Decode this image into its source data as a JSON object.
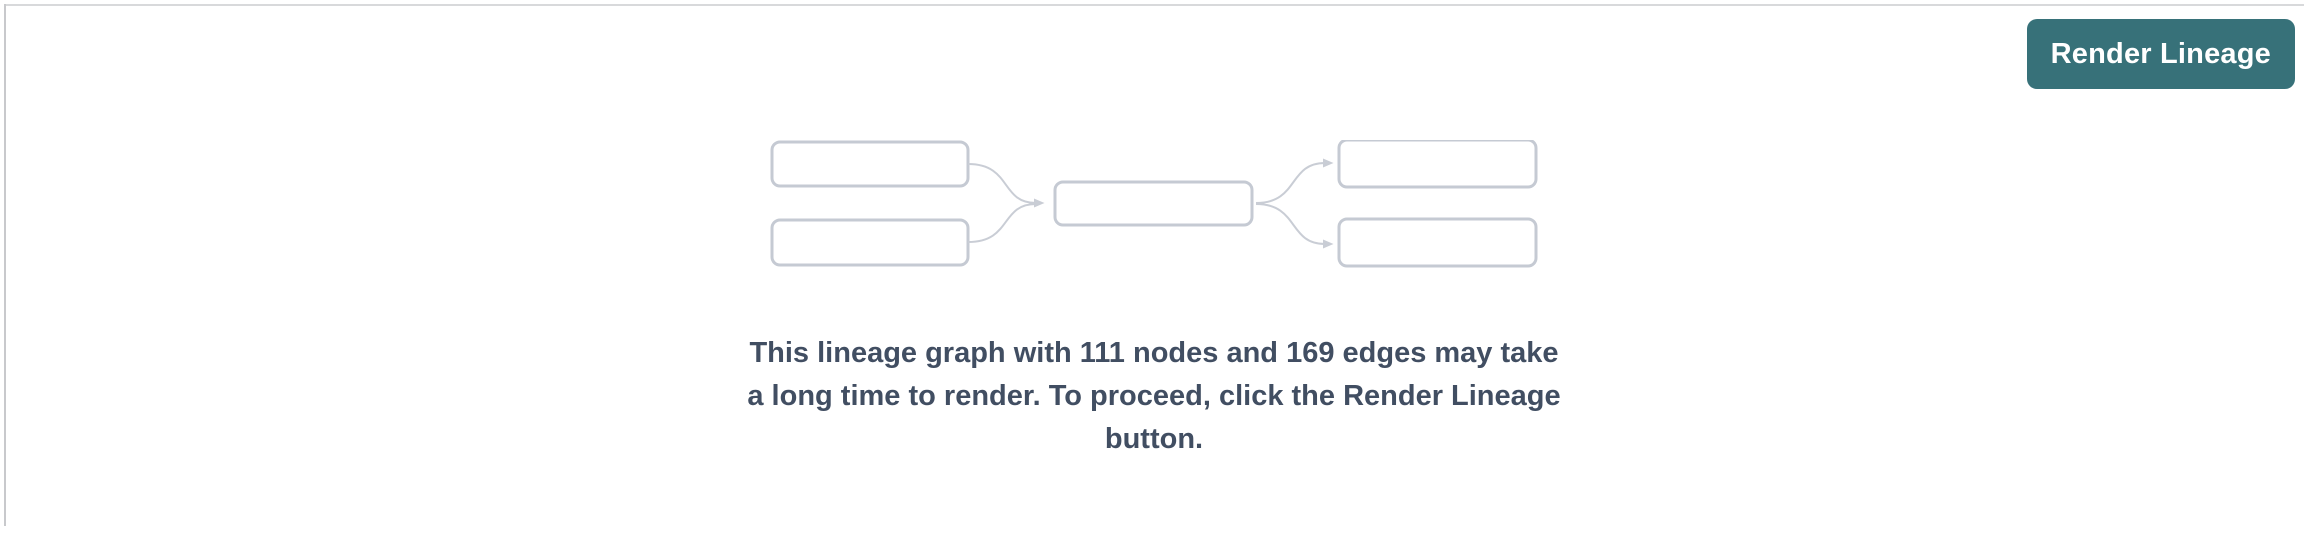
{
  "toolbar": {
    "render_button_label": "Render Lineage"
  },
  "graph_stats": {
    "node_count": 111,
    "edge_count": 169
  },
  "message": {
    "full_text": "This lineage graph with 111 nodes and 169 edges may take a long time to render. To proceed, click the Render Lineage button.",
    "lines": [
      "This lineage graph with 111 nodes and 169 edges may take",
      "a long time to render. To proceed, click the Render Lineage",
      "button."
    ]
  },
  "illustration": {
    "description": "placeholder lineage graph: 2 source nodes feeding 1 middle node feeding 2 target nodes, connected by curved arrows"
  },
  "colors": {
    "page_bg": "#ffffff",
    "panel_top_border": "#d8d9db",
    "panel_left_border": "#c8c9cc",
    "button_bg": "#377179",
    "button_text": "#ffffff",
    "node_border": "#c5cad3",
    "node_fill": "#ffffff",
    "edge_stroke": "#c9cdd5",
    "message_text": "#414e62"
  }
}
